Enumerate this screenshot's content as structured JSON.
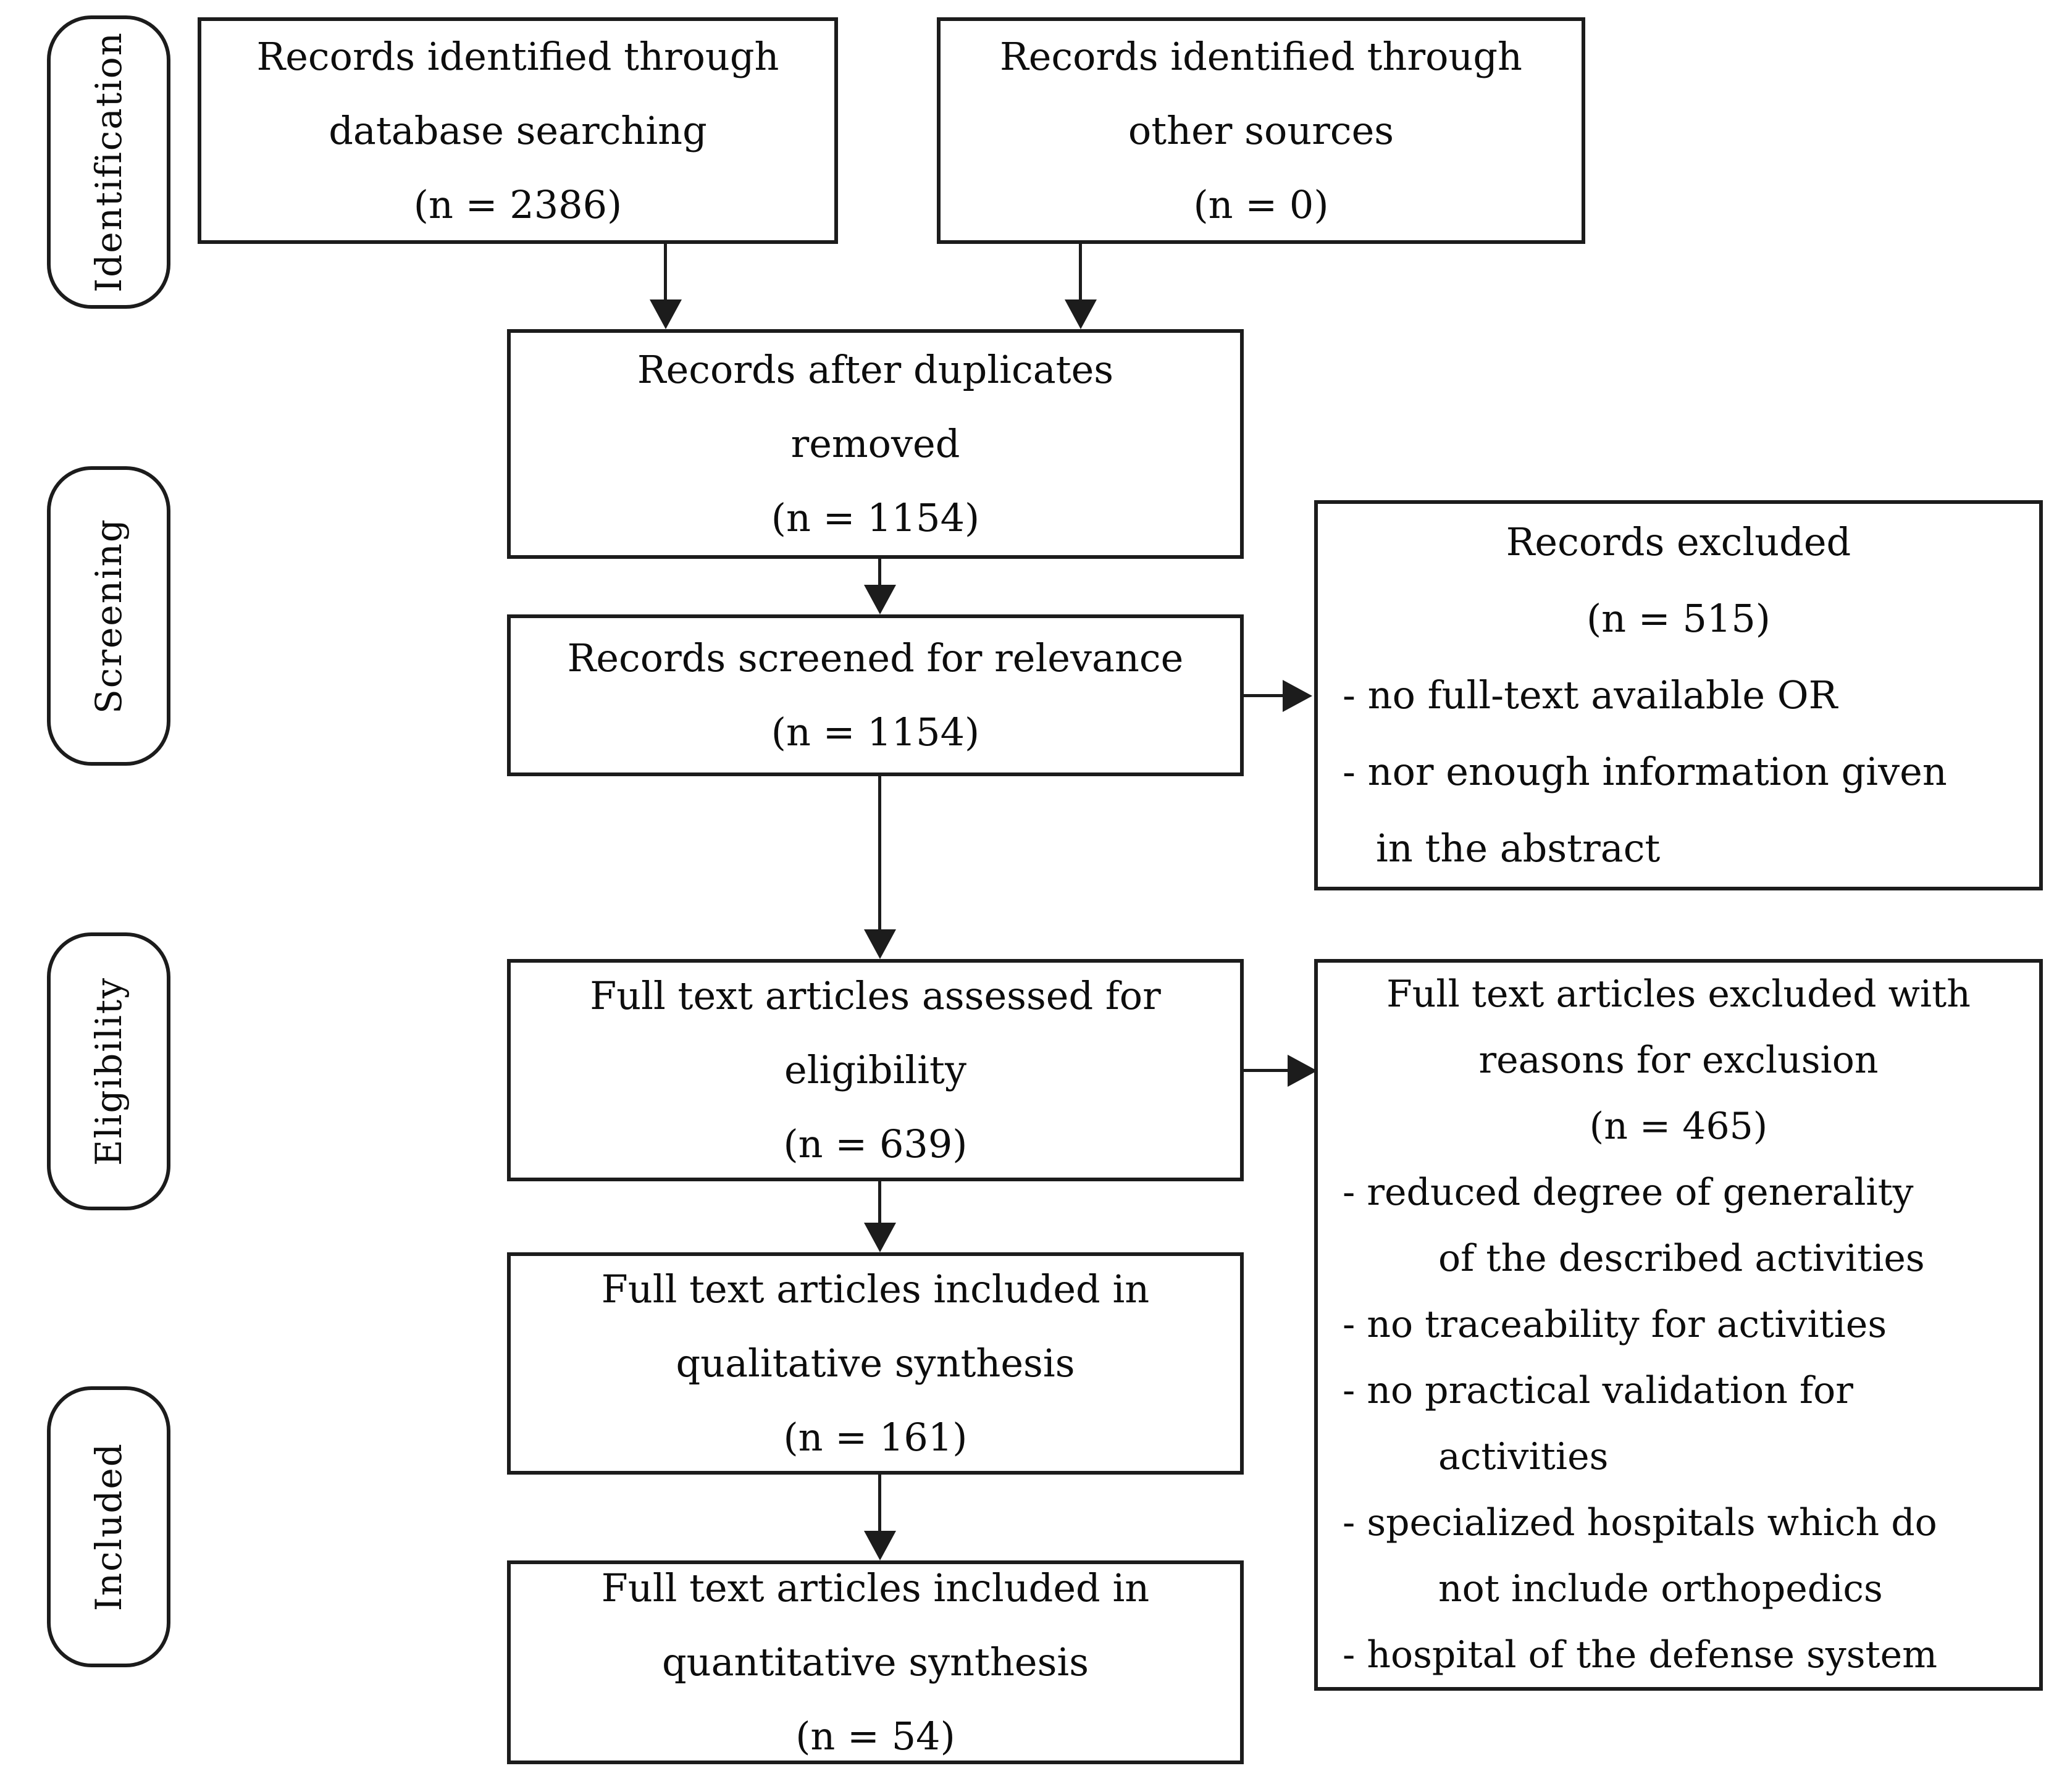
{
  "figure": {
    "type": "prisma-flow-diagram",
    "colors": {
      "border": "#1c1c1c",
      "text": "#0d0d0d",
      "background": "#ffffff"
    }
  },
  "stages": {
    "identification": "Identification",
    "screening": "Screening",
    "eligibility": "Eligibility",
    "included": "Included"
  },
  "boxes": {
    "records_db": {
      "lines": [
        "Records identified through",
        "database searching",
        "(n = 2386)"
      ]
    },
    "records_other": {
      "lines": [
        "Records identified through",
        "other sources",
        "(n = 0)"
      ]
    },
    "duplicates_removed": {
      "lines": [
        "Records after duplicates",
        "removed",
        "(n = 1154)"
      ]
    },
    "screened": {
      "lines": [
        "Records screened for relevance",
        "(n = 1154)"
      ]
    },
    "records_excluded": {
      "lines": [
        "Records excluded",
        "(n = 515)",
        "- no full-text available OR",
        "- nor enough information given",
        "in the abstract"
      ]
    },
    "fulltext_assessed": {
      "lines": [
        "Full text articles assessed for",
        "eligibility",
        "(n = 639)"
      ]
    },
    "fulltext_excluded": {
      "lines": [
        "Full text articles excluded with",
        "reasons for exclusion",
        "(n = 465)",
        "- reduced degree of generality",
        "of the described activities",
        "- no traceability for activities",
        "- no practical validation for",
        "activities",
        "- specialized hospitals which do",
        "not include orthopedics",
        "- hospital of the defense system"
      ]
    },
    "qualitative": {
      "lines": [
        "Full text articles included in",
        "qualitative synthesis",
        "(n = 161)"
      ]
    },
    "quantitative": {
      "lines": [
        "Full text articles included in",
        "quantitative synthesis",
        "(n = 54)"
      ]
    }
  }
}
